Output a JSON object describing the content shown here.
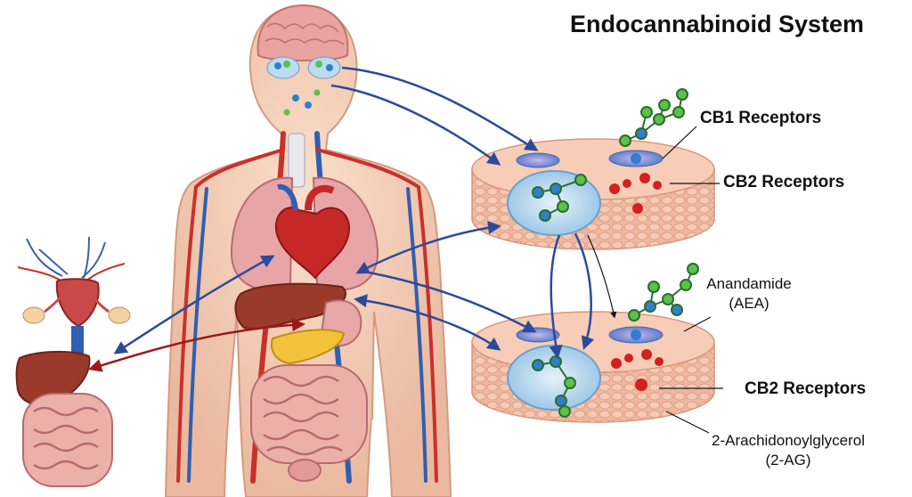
{
  "title": "Endocannabinoid System",
  "labels": {
    "cb1": "CB1 Receptors",
    "cb2_top": "CB2 Receptors",
    "cb2_bottom": "CB2 Receptors",
    "aea": [
      "Anandamide",
      "(AEA)"
    ],
    "twoag": [
      "2-Arachidonoylglycerol",
      "(2-AG)"
    ]
  }
}
